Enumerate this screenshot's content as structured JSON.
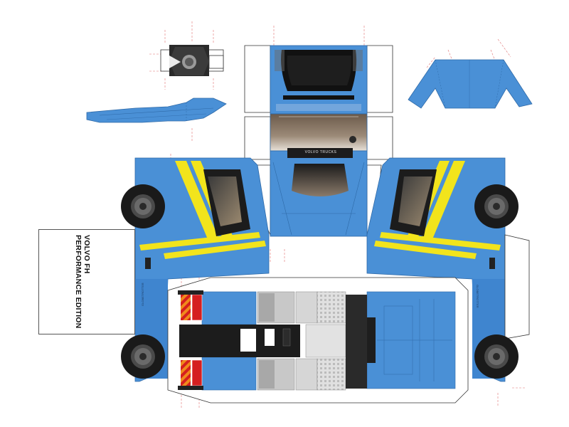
{
  "template": {
    "model_label_line1": "VOLVO FH",
    "model_label_line2": "PERFORMANCE EDITION",
    "grille_badge": "VOLVO TRUCKS",
    "side_badge_left": "GLOBETROTTER",
    "side_badge_right": "GLOBETROTTER"
  },
  "colors": {
    "body_blue": "#4a90d6",
    "body_blue_dark": "#3578bf",
    "stripe_yellow": "#f2e41c",
    "tyre_black": "#1a1a1a",
    "chassis_grey": "#bdbdbd",
    "warning_orange": "#f08a1c",
    "tail_red": "#d51f1f"
  }
}
